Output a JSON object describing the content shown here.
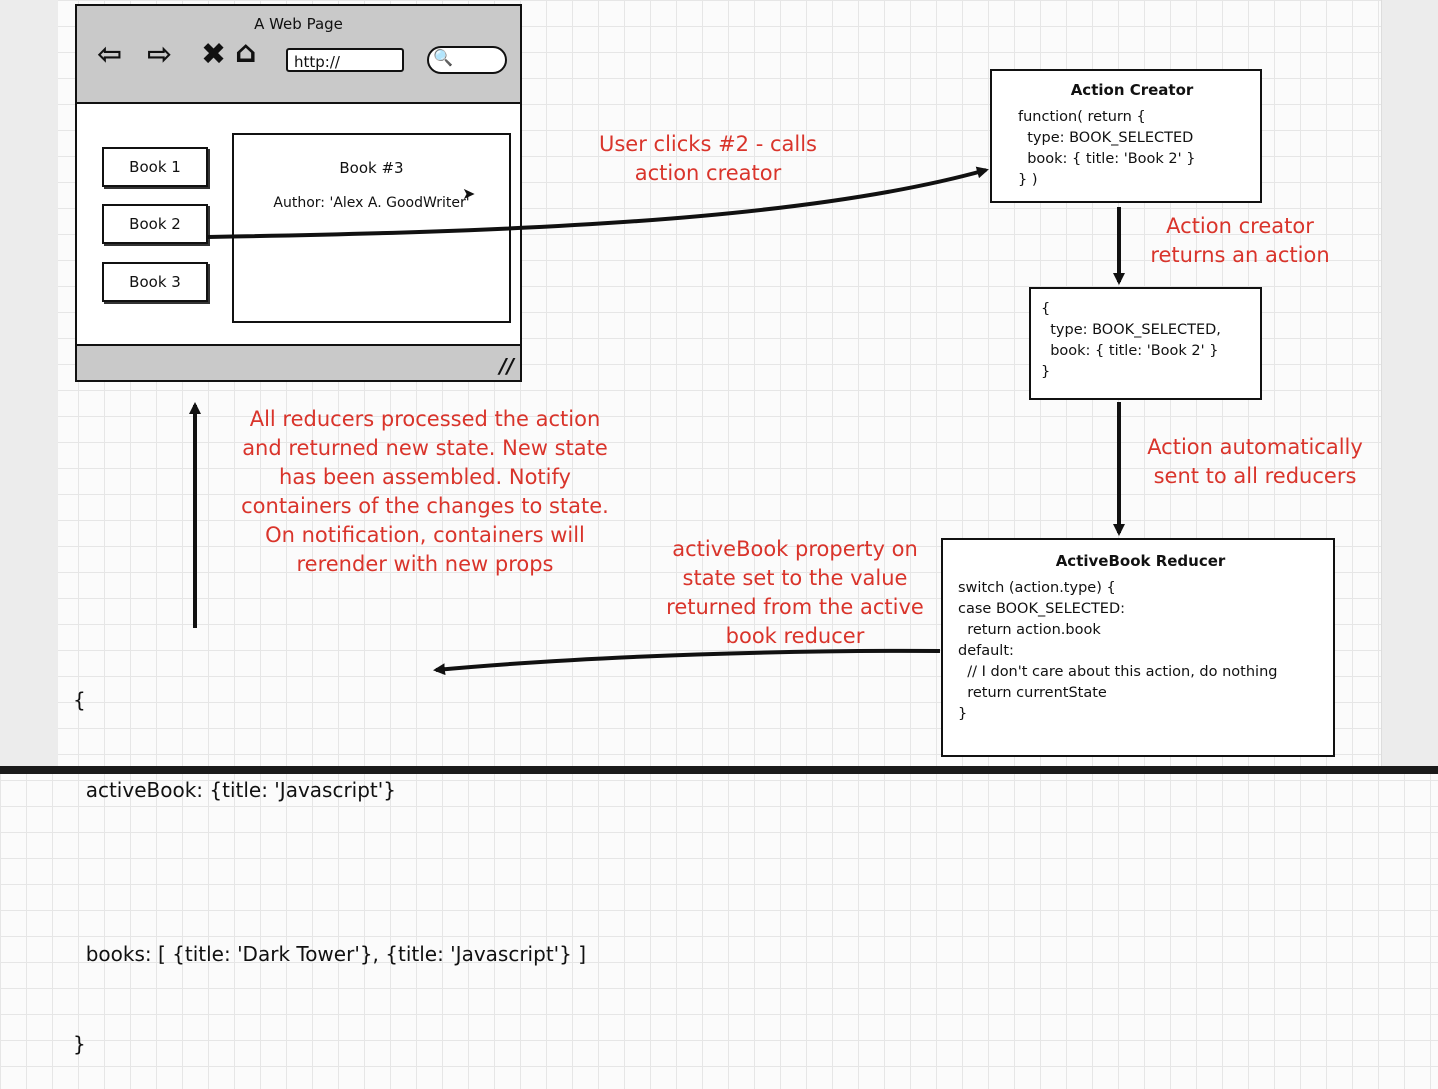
{
  "browser": {
    "title": "A Web Page",
    "url_value": "http://",
    "books": [
      "Book 1",
      "Book 2",
      "Book 3"
    ],
    "detail_title": "Book #3",
    "detail_author": "Author: 'Alex A. GoodWriter'"
  },
  "action_creator": {
    "title": "Action Creator",
    "lines": [
      "function( return {",
      "  type: BOOK_SELECTED",
      "  book: { title: 'Book 2' }",
      "} )"
    ]
  },
  "action_object": {
    "lines": [
      "{",
      "  type: BOOK_SELECTED,",
      "  book: { title: 'Book 2' }",
      "}"
    ]
  },
  "reducer": {
    "title": "ActiveBook Reducer",
    "lines": [
      "switch (action.type) {",
      "case BOOK_SELECTED:",
      "  return action.book",
      "default:",
      "  // I don't care about this action, do nothing",
      "  return currentState",
      "}"
    ]
  },
  "state": {
    "lines": [
      "{",
      "  activeBook: {title: 'Javascript'}",
      "",
      "  books: [ {title: 'Dark Tower'}, {title: 'Javascript'} ]",
      "}"
    ]
  },
  "annotations": {
    "user_clicks": [
      "User clicks #2 - calls",
      "action creator"
    ],
    "returns_action": [
      "Action creator",
      "returns an action"
    ],
    "sent_to_reducers": [
      "Action automatically",
      "sent to all reducers"
    ],
    "active_book_set": [
      "activeBook property on",
      "state set to the value",
      "returned from the active",
      "book reducer"
    ],
    "reducers_processed": [
      "All reducers processed the action",
      "and returned new state.  New state",
      "has been assembled.  Notify",
      "containers of the changes to state.",
      "On notification, containers will",
      "rerender with new props"
    ]
  }
}
